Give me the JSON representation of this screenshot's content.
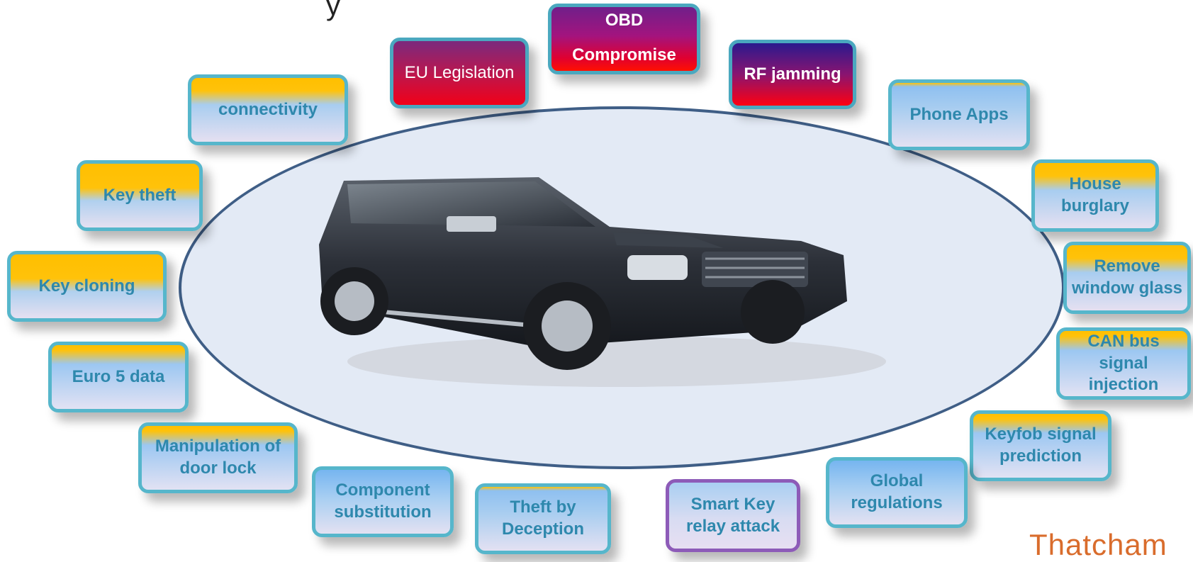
{
  "title_fragment": "y",
  "nodes": {
    "obd_line1": "OBD",
    "obd_line2": "Compromise",
    "eu_legislation": "EU Legislation",
    "rf_jamming": "RF jamming",
    "connectivity": "connectivity",
    "phone_apps": "Phone Apps",
    "key_theft": "Key theft",
    "house_burglary": "House burglary",
    "key_cloning": "Key cloning",
    "remove_window_glass": "Remove window glass",
    "euro5_data": "Euro 5 data",
    "can_bus_signal_injection": "CAN bus signal injection",
    "manipulation_of_door_lock": "Manipulation of door lock",
    "keyfob_signal_prediction": "Keyfob signal prediction",
    "component_substitution": "Component substitution",
    "global_regulations": "Global regulations",
    "theft_by_deception": "Theft by Deception",
    "smart_key_relay_attack": "Smart Key relay attack"
  },
  "central_image": "car-photo",
  "brand_logo": "Thatcham",
  "colors": {
    "node_border": "#56b6cb",
    "node_text": "#2e88ad",
    "ellipse_border": "#3f5e86",
    "ellipse_fill": "#e3eaf5",
    "brand": "#d96c2c"
  }
}
